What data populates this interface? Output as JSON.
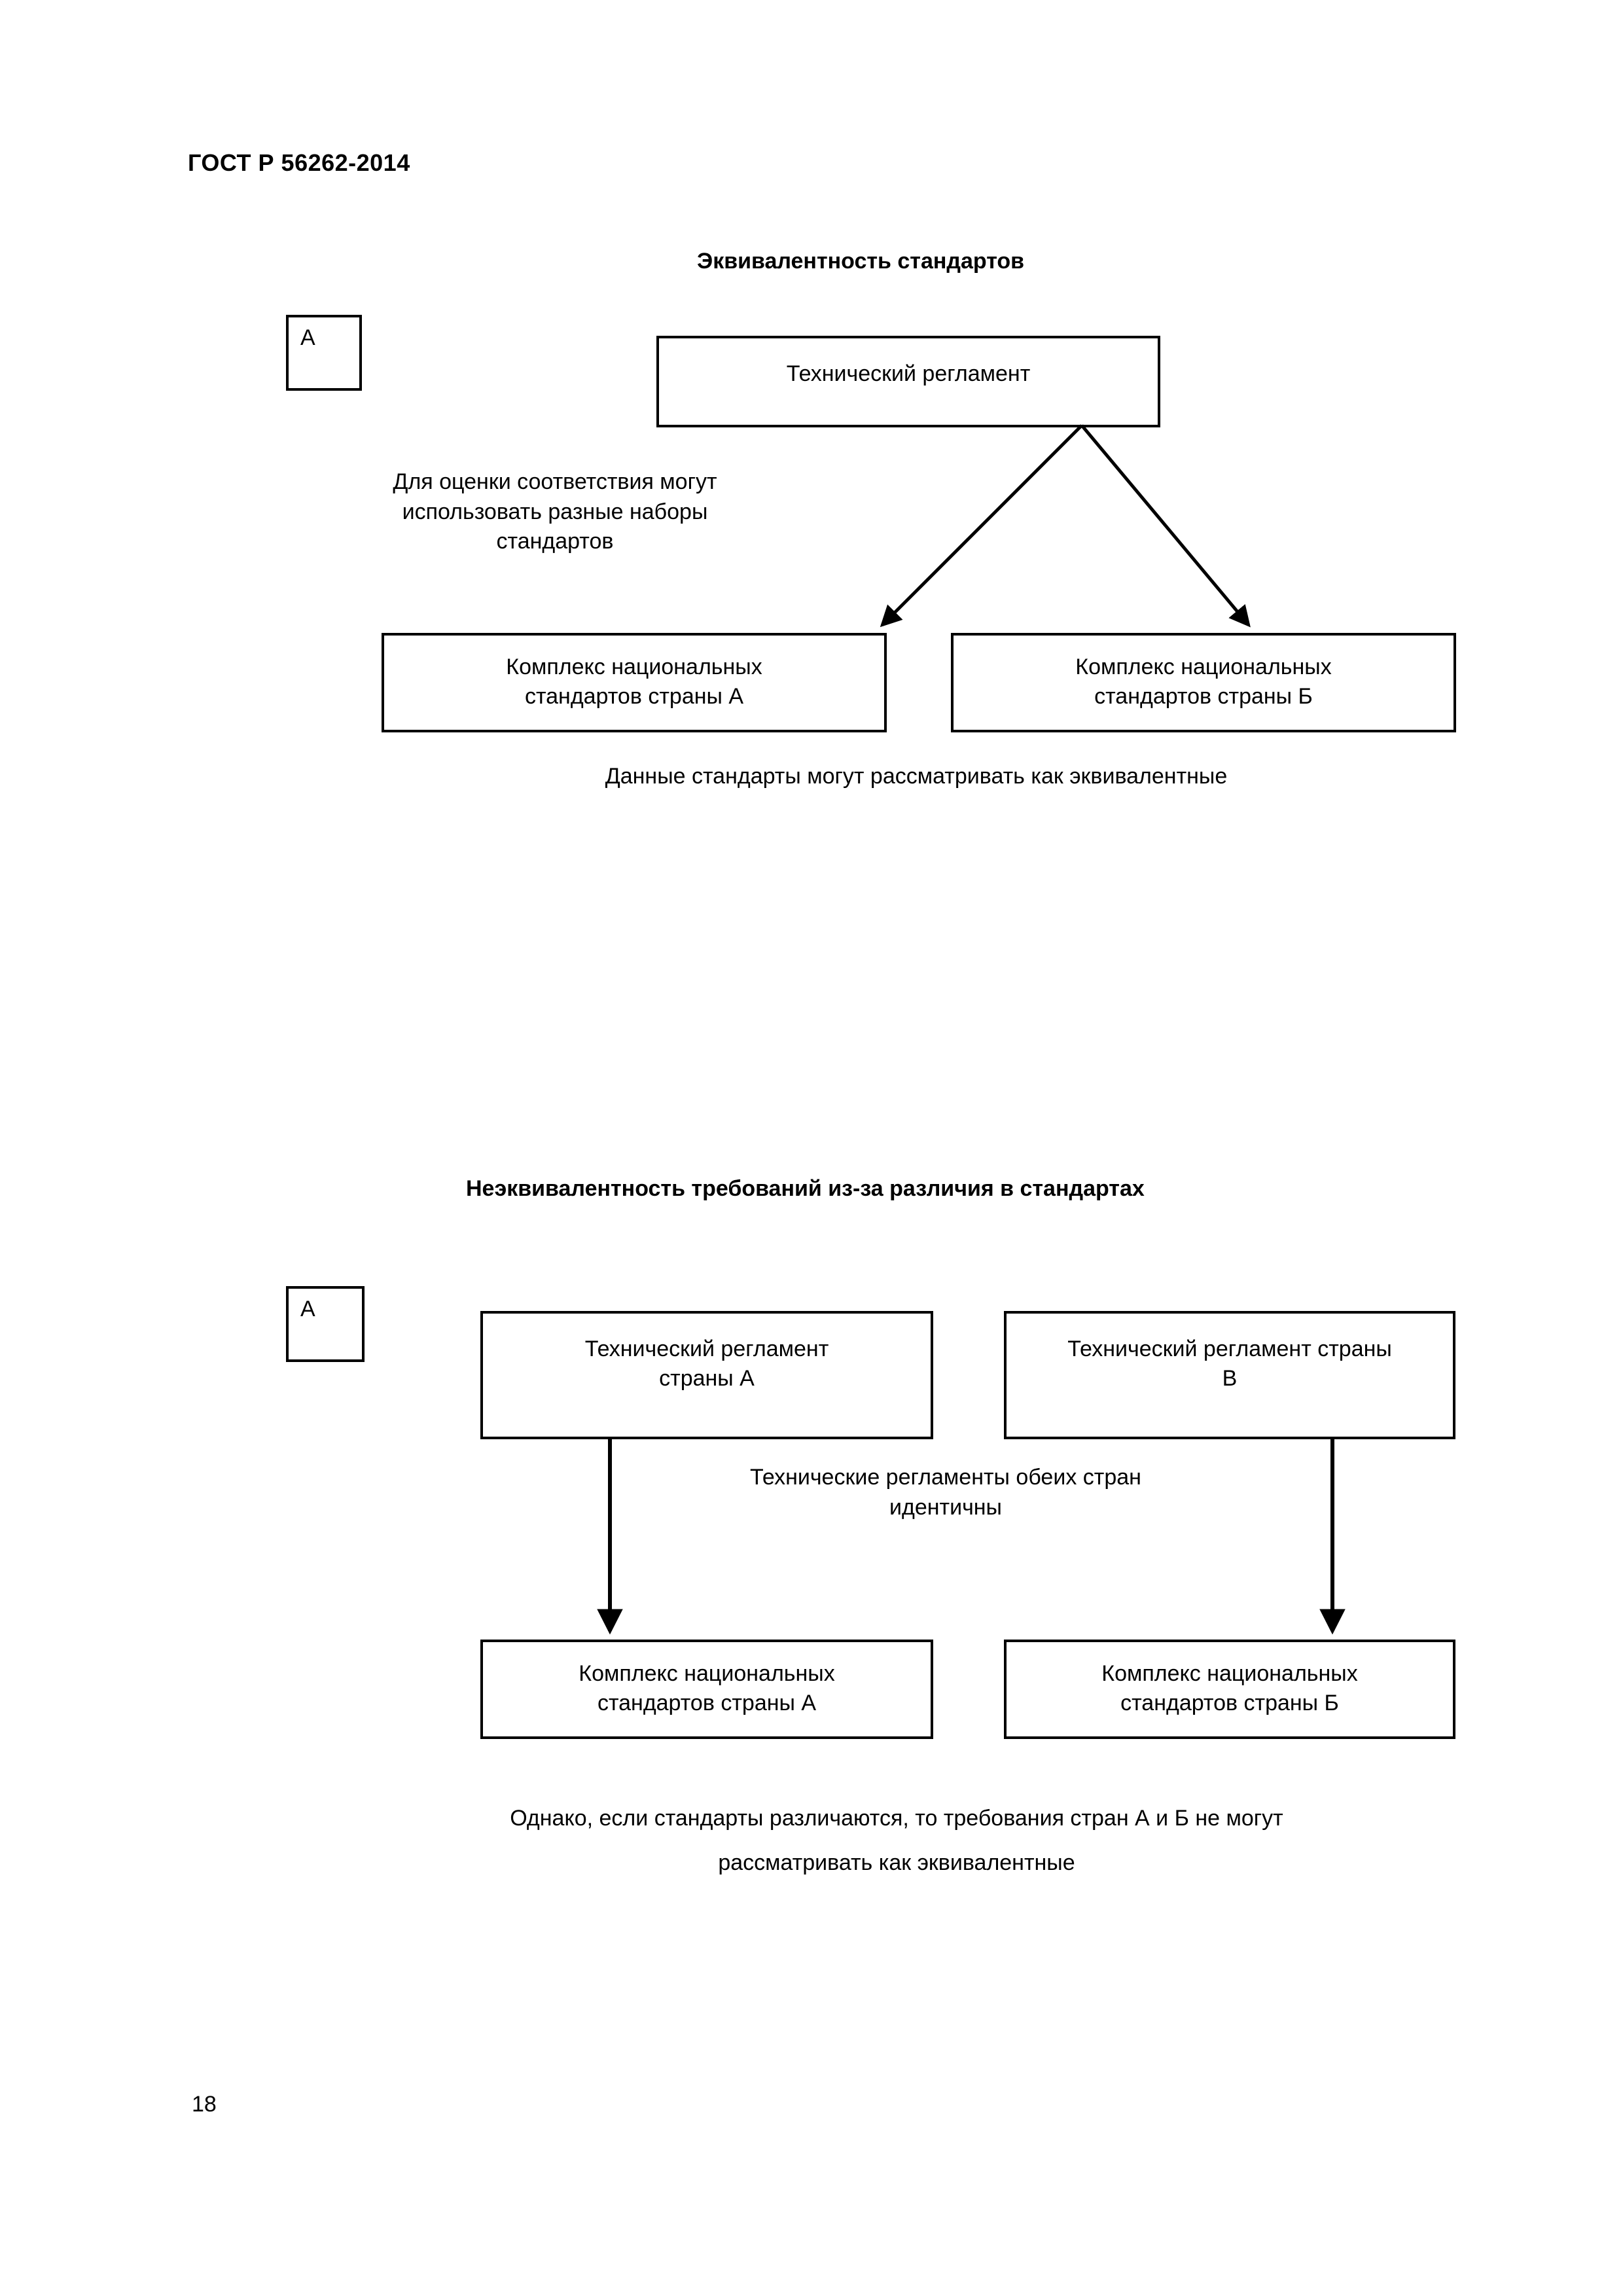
{
  "document": {
    "header": "ГОСТ Р 56262-2014",
    "page_number": "18"
  },
  "diagram_1": {
    "title": "Эквивалентность стандартов",
    "tag_label": "А",
    "top_box": "Технический регламент",
    "note": "Для оценки соответствия могут\nиспользовать разные наборы\nстандартов",
    "left_box": "Комплекс национальных\nстандартов страны А",
    "right_box": "Комплекс национальных\nстандартов страны Б",
    "caption": "Данные стандарты могут рассматривать как эквивалентные"
  },
  "diagram_2": {
    "title": "Неэквивалентность требований из-за различия  в стандартах",
    "tag_label": "А",
    "left_top_box": "Технический регламент\nстраны А",
    "right_top_box": "Технический регламент страны\nВ",
    "note": "Технические регламенты обеих стран\nидентичны",
    "left_bottom_box": "Комплекс национальных\nстандартов страны А",
    "right_bottom_box": "Комплекс национальных\nстандартов страны Б",
    "caption": "Однако, если стандарты различаются, то требования стран А и Б  не могут\nрассматривать как эквивалентные"
  },
  "colors": {
    "ink": "#000000",
    "paper": "#ffffff"
  }
}
